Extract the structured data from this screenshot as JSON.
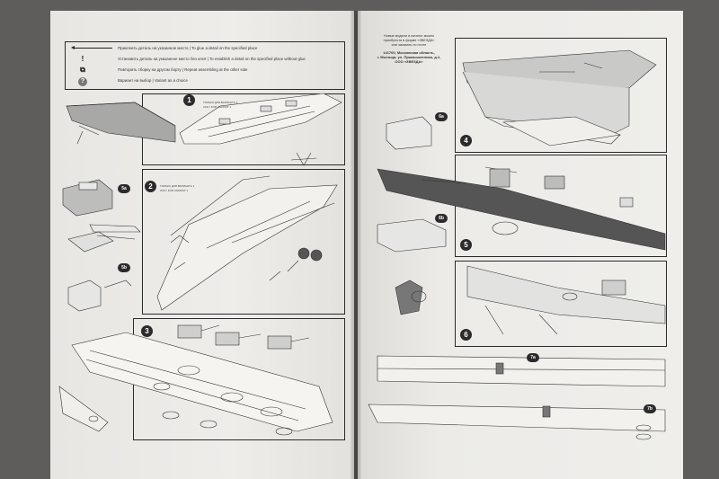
{
  "legend": {
    "rows": [
      {
        "icon": "arrow-icon",
        "text": "Приклеить деталь на указанное место  |  To glue a detail on the specified place"
      },
      {
        "icon": "exclamation-icon",
        "text": "Установить деталь на указанное место без клея  |  To establish a detail on the specified place without glue"
      },
      {
        "icon": "repeat-icon",
        "text": "Повторить сборку на другом борту  |  Repeat assembling at the other side"
      },
      {
        "icon": "question-icon",
        "text": "Вариант на выбор  |  Variant as a choice"
      }
    ]
  },
  "steps": {
    "s1": "1",
    "s2": "2",
    "s3": "3",
    "s4": "4",
    "s5": "5",
    "s6": "6",
    "s5a": "5a",
    "s5b": "5b",
    "s6a": "6a",
    "s6b": "6b",
    "s7a": "7a",
    "s7b": "7b"
  },
  "notes": {
    "only_variant_1a": "ТОЛЬКО ДЛЯ ВАРИАНТА 1",
    "only_variant_1b": "ONLY FOR VARIANT 1",
    "only_variant_2a": "ТОЛЬКО ДЛЯ ВАРИАНТА 1",
    "only_variant_2b": "ONLY FOR VARIANT 1"
  },
  "address": {
    "line1": "Новые модели и каталог можно",
    "line2": "приобрести в фирме «ЗВЕЗДА»",
    "line3": "или заказать по почте",
    "line4": "141700, Московская область,",
    "line5": "г. Мытищи, ул. Промышленная, д.2,",
    "line6": "ООО «ЗВЕЗДА»"
  },
  "colors": {
    "paper": "#ecebe8",
    "ink": "#2a2a2a",
    "hull": "#9a9a98",
    "background": "#5e5d5b"
  }
}
